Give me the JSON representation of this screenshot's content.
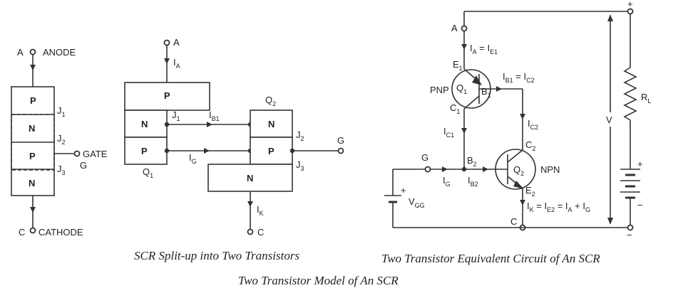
{
  "fig1": {
    "anode_letter": "A",
    "anode_label": "ANODE",
    "cathode_letter": "C",
    "cathode_label": "CATHODE",
    "gate_label": "GATE",
    "gate_letter": "G",
    "layers": [
      "P",
      "N",
      "P",
      "N"
    ],
    "j1": "J",
    "j1_sub": "1",
    "j2": "J",
    "j2_sub": "2",
    "j3": "J",
    "j3_sub": "3"
  },
  "fig2": {
    "a": "A",
    "c": "C",
    "g": "G",
    "ia": "I",
    "ia_sub": "A",
    "ib1": "I",
    "ib1_sub": "B1",
    "ig": "I",
    "ig_sub": "G",
    "ik": "I",
    "ik_sub": "K",
    "j1": "J",
    "j1_sub": "1",
    "j2": "J",
    "j2_sub": "2",
    "j3": "J",
    "j3_sub": "3",
    "q1": "Q",
    "q1_sub": "1",
    "q2": "Q",
    "q2_sub": "2",
    "layer_p_top": "P",
    "layer_n_left": "N",
    "layer_p_left": "P",
    "layer_n_right": "N",
    "layer_p_right": "P",
    "layer_n_bottom": "N",
    "caption": "SCR Split-up into Two Transistors"
  },
  "fig3": {
    "a": "A",
    "c": "C",
    "g": "G",
    "plus_top": "+",
    "minus_bottom": "−",
    "ia_eq": "I",
    "ia_eq_sub": "A",
    "ia_eq_mid": " = I",
    "ia_eq_sub2": "E1",
    "e1": "E",
    "e1_sub": "1",
    "pnp": "PNP",
    "q1": "Q",
    "q1_sub": "1",
    "b1": "B",
    "b1_sub": "1",
    "c1": "C",
    "c1_sub": "1",
    "ib1_eq": "I",
    "ib1_eq_sub": "B1",
    "ib1_eq_mid": " = I",
    "ib1_eq_sub2": "C2",
    "ic2": "I",
    "ic2_sub": "C2",
    "ic1": "I",
    "ic1_sub": "C1",
    "c2": "C",
    "c2_sub": "2",
    "b2": "B",
    "b2_sub": "2",
    "q2": "Q",
    "q2_sub": "2",
    "npn": "NPN",
    "e2": "E",
    "e2_sub": "2",
    "ig": "I",
    "ig_sub": "G",
    "ib2": "I",
    "ib2_sub": "B2",
    "ik_eq": "I",
    "ik_eq_sub": "K",
    "ik_eq_mid": " = I",
    "ik_eq_sub2": "E2",
    "ik_eq_mid2": " = I",
    "ik_eq_sub3": "A",
    "ik_eq_mid3": " + I",
    "ik_eq_sub4": "G",
    "vgg": "V",
    "vgg_sub": "GG",
    "vgg_plus": "+",
    "v": "V",
    "rl": "R",
    "rl_sub": "L",
    "batt_plus": "+",
    "batt_minus": "−",
    "caption": "Two Transistor Equivalent Circuit of An SCR"
  },
  "main_caption": "Two Transistor Model of An SCR"
}
